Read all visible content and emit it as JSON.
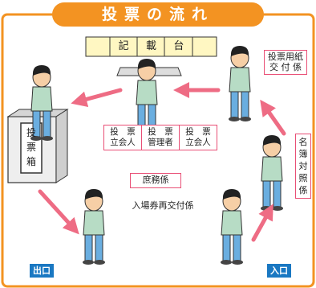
{
  "title": "投票の流れ",
  "desk_chars": [
    "記",
    "載",
    "台"
  ],
  "ballot_box": [
    "投",
    "票",
    "箱"
  ],
  "officials": [
    {
      "line1": "投　票",
      "line2": "立会人"
    },
    {
      "line1": "投　票",
      "line2": "管理者"
    },
    {
      "line1": "投　票",
      "line2": "立会人"
    }
  ],
  "shomu": "庶務係",
  "reissue": "入場券再交付係",
  "ballot_staff": [
    "投票用紙",
    "交 付 係"
  ],
  "roster_staff": [
    "名",
    "簿",
    "対",
    "照",
    "係"
  ],
  "exit_label": "出口",
  "entrance_label": "入口",
  "colors": {
    "frame": "#f39322",
    "arrow": "#ee6c84",
    "sign": "#1a78c2",
    "box_border": "#e94f76"
  }
}
